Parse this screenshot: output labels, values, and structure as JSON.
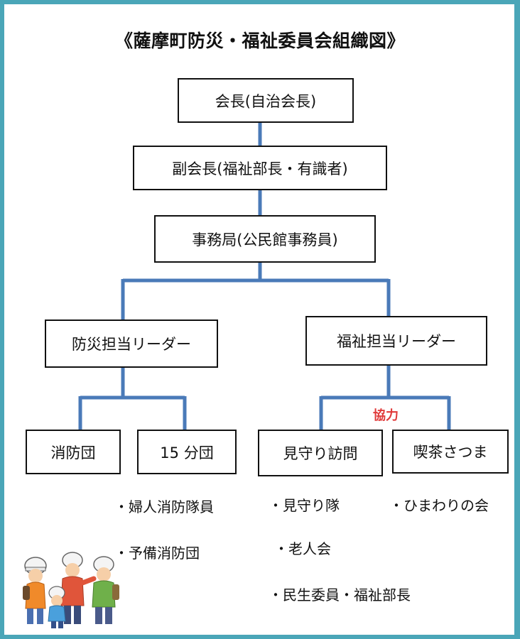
{
  "title": "《薩摩町防災・福祉委員会組織図》",
  "nodes": {
    "chair": "会長(自治会長)",
    "vice_chair": "副会長(福祉部長・有識者)",
    "secretariat": "事務局(公民館事務員)",
    "disaster_leader": "防災担当リーダー",
    "welfare_leader": "福祉担当リーダー",
    "fire_brigade": "消防団",
    "branch_15": "15 分団",
    "watch_visit": "見守り訪問",
    "cafe": "喫茶さつま"
  },
  "cooperation_label": "協力",
  "notes": {
    "branch_15": [
      "・婦人消防隊員",
      "・予備消防団"
    ],
    "watch_visit": [
      "・見守り隊",
      "・老人会",
      "・民生委員・福祉部長"
    ],
    "cafe": [
      "・ひまわりの会"
    ]
  },
  "colors": {
    "connector": "#4a7ab8",
    "frame": "#4aa6b8",
    "accent_red": "#e03a3a"
  },
  "illustration": "evacuating-people-illustration"
}
